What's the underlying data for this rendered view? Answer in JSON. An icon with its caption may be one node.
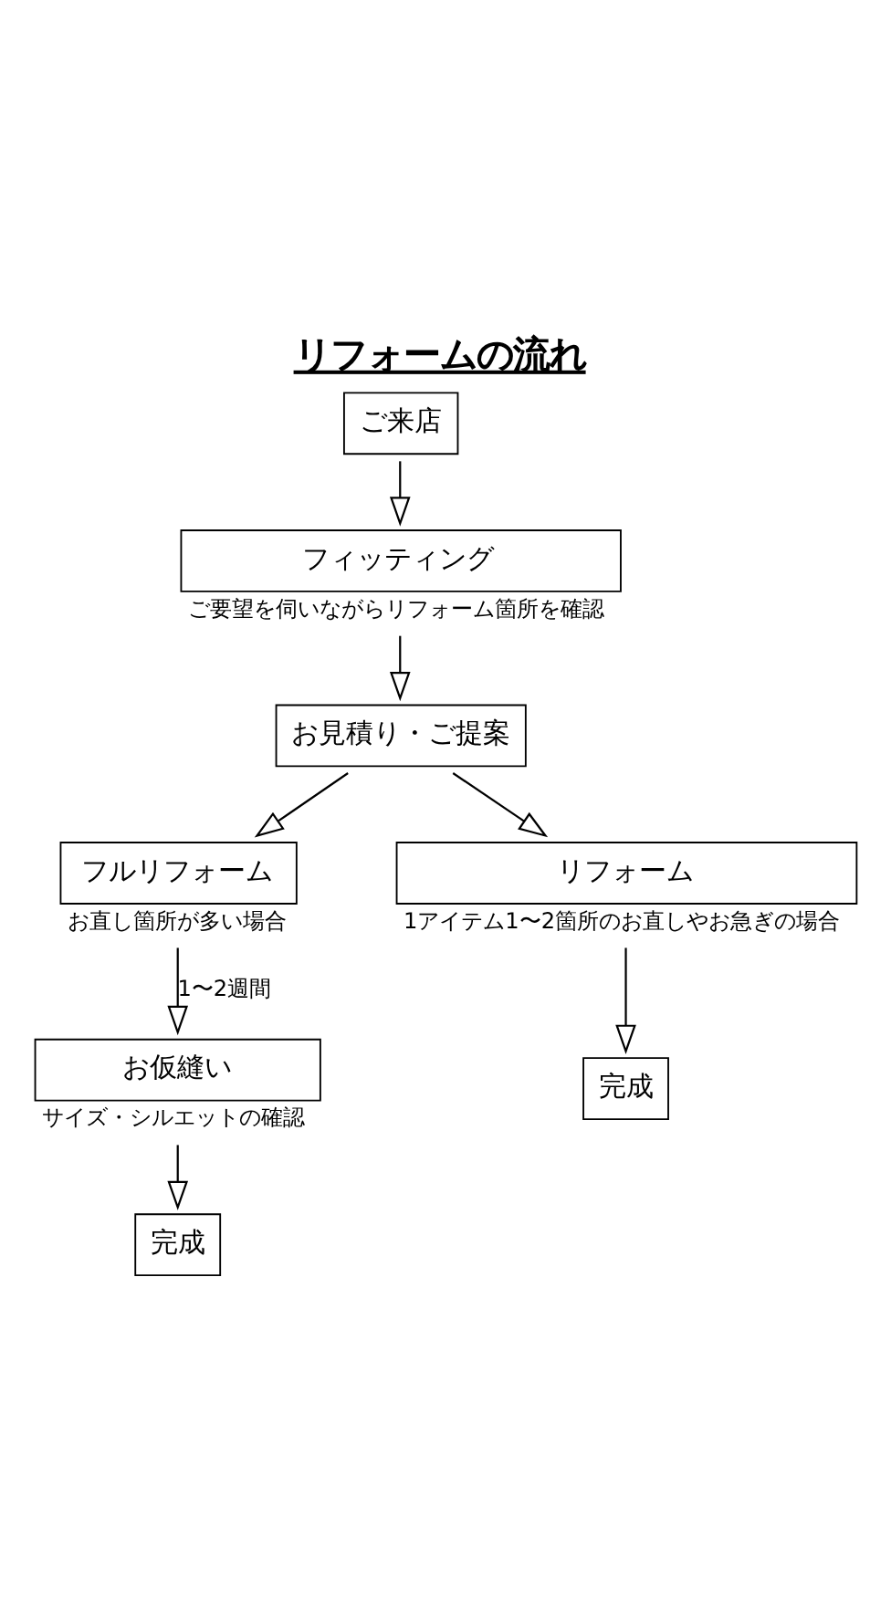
{
  "diagram": {
    "title": "リフォームの流れ",
    "nodes": [
      {
        "text": [
          "ご来店"
        ]
      },
      {
        "text": [
          "フィッティング"
        ],
        "beside": [
          "ご要望を伺いながらリフォーム箇所を確認"
        ]
      },
      {
        "text": [
          "お見積り・ご提案"
        ]
      },
      {
        "text": [
          "フルリフォーム"
        ],
        "beside": [
          "お直し箇所が多い場合"
        ]
      },
      {
        "text": [
          "リフォーム"
        ],
        "beside": [
          "1アイテム1〜2箇所のお直しやお急ぎの場合"
        ]
      },
      {
        "text": [
          "お仮縫い"
        ],
        "beside": [
          "サイズ・シルエットの確認"
        ]
      },
      {
        "text": [
          "完成"
        ]
      },
      {
        "text": [
          "完成"
        ]
      }
    ],
    "edges": [
      {
        "from": 0,
        "to": 1,
        "arrow": "to"
      },
      {
        "from": 1,
        "to": 2,
        "arrow": "to"
      },
      {
        "from": 2,
        "to": 3,
        "arrow": "to"
      },
      {
        "from": 2,
        "to": 4,
        "arrow": "to"
      },
      {
        "from": 3,
        "to": 5,
        "arrow": "to",
        "label": "1〜2週間"
      },
      {
        "from": 4,
        "to": 6,
        "arrow": "to"
      },
      {
        "from": 5,
        "to": 7,
        "arrow": "to"
      }
    ]
  }
}
